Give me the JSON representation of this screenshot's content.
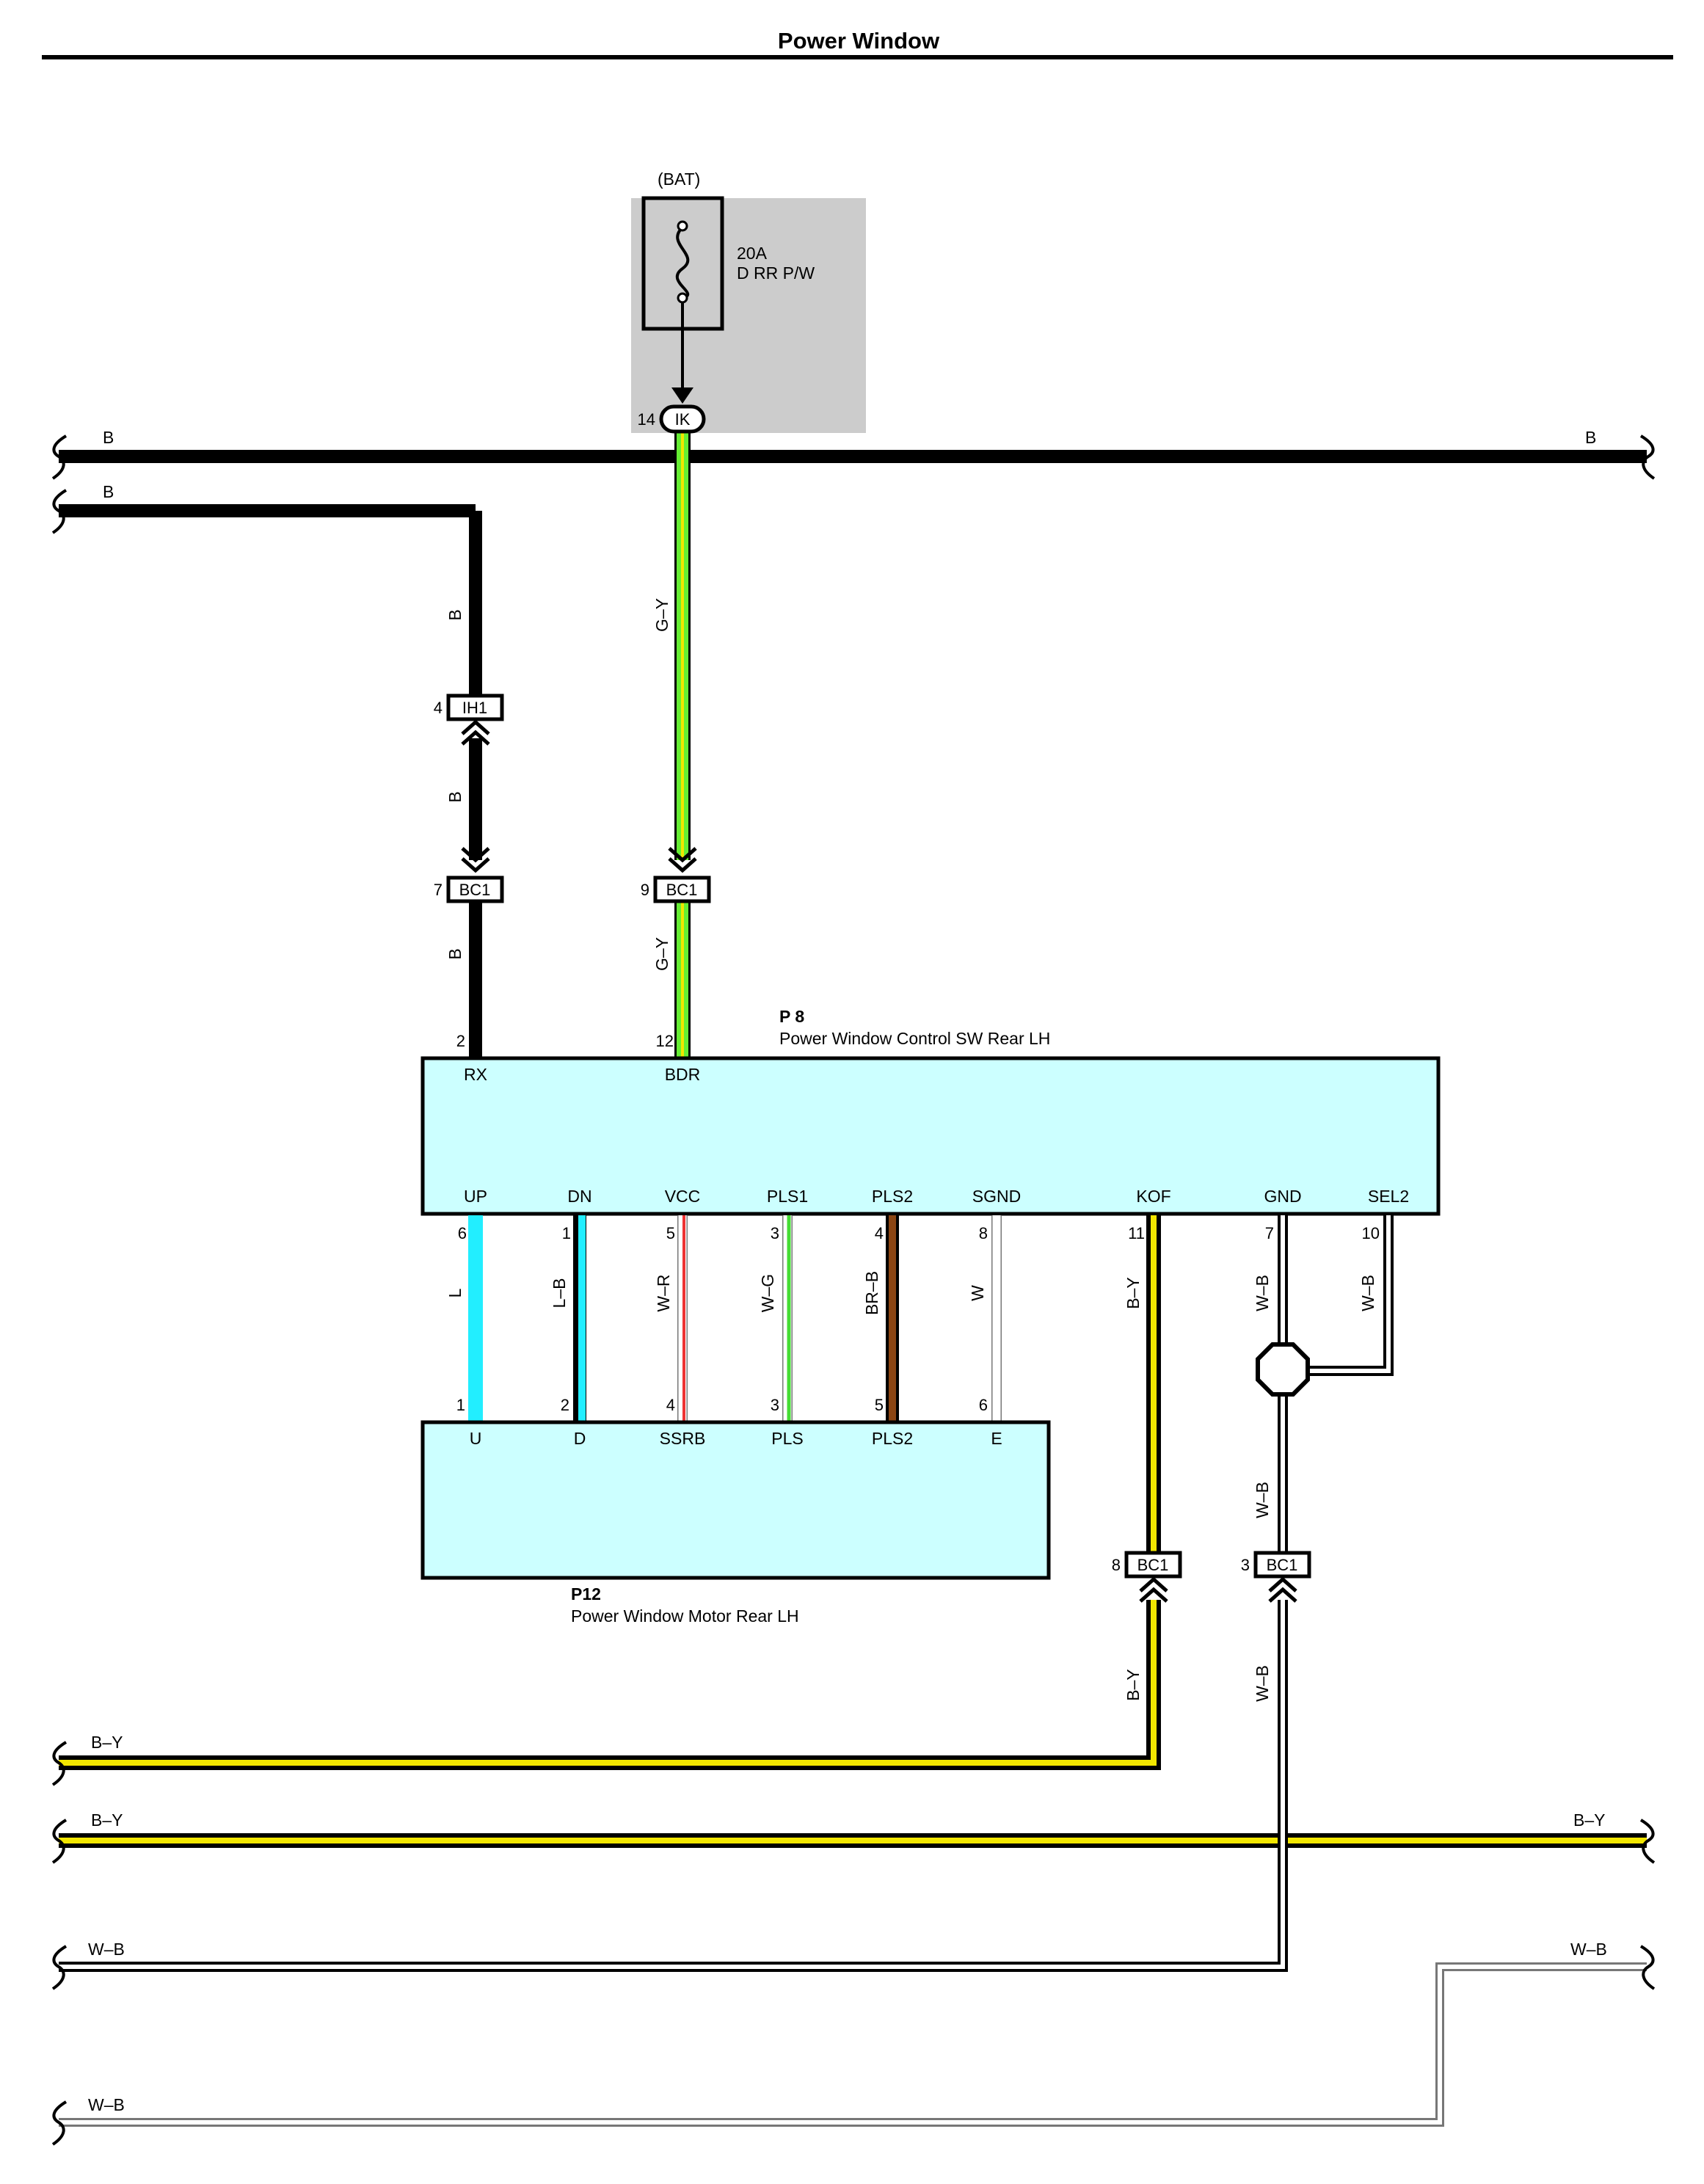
{
  "page": {
    "title": "Power Window"
  },
  "colors": {
    "B": "#000000",
    "G-Y": "#66ee33",
    "L": "#22eeff",
    "W-R": "#ee3333",
    "W-G": "#44dd33",
    "BR-B": "#8b4513",
    "B-Y": "#f2e600",
    "W-B": "#ffffff",
    "component_fill": "#ccffff",
    "fuse_box_fill": "#cccccc"
  },
  "fuse": {
    "source": "(BAT)",
    "rating": "20A",
    "name": "D RR P/W",
    "connector": {
      "pin": "14",
      "id": "IK"
    }
  },
  "bus_labels": {
    "b1_left": "B",
    "b1_right": "B",
    "b2_left": "B",
    "by1_left": "B–Y",
    "by2_left": "B–Y",
    "by2_right": "B–Y",
    "wb1_left": "W–B",
    "wb1_right": "W–B",
    "wb2_left": "W–B"
  },
  "wire_labels": {
    "b_upper": "B",
    "b_mid": "B",
    "b_lower": "B",
    "gy_upper": "G–Y",
    "gy_lower": "G–Y",
    "l": "L",
    "lb": "L–B",
    "wr": "W–R",
    "wg": "W–G",
    "brb": "BR–B",
    "w": "W",
    "by_upper": "B–Y",
    "by_lower": "B–Y",
    "wb_gnd": "W–B",
    "wb_sel2": "W–B",
    "wb_mid": "W–B",
    "wb_lower": "W–B"
  },
  "connectors": {
    "ih1": {
      "pin": "4",
      "id": "IH1"
    },
    "bc1_b": {
      "pin": "7",
      "id": "BC1"
    },
    "bc1_gy": {
      "pin": "9",
      "id": "BC1"
    },
    "bc1_by": {
      "pin": "8",
      "id": "BC1"
    },
    "bc1_wb": {
      "pin": "3",
      "id": "BC1"
    }
  },
  "components": {
    "p8": {
      "ref": "P 8",
      "name": "Power Window Control SW Rear LH",
      "top_terminals": [
        {
          "pin": "2",
          "label": "RX"
        },
        {
          "pin": "12",
          "label": "BDR"
        }
      ],
      "bottom_terminals": [
        {
          "pin": "6",
          "label": "UP"
        },
        {
          "pin": "1",
          "label": "DN"
        },
        {
          "pin": "5",
          "label": "VCC"
        },
        {
          "pin": "3",
          "label": "PLS1"
        },
        {
          "pin": "4",
          "label": "PLS2"
        },
        {
          "pin": "8",
          "label": "SGND"
        },
        {
          "pin": "11",
          "label": "KOF"
        },
        {
          "pin": "7",
          "label": "GND"
        },
        {
          "pin": "10",
          "label": "SEL2"
        }
      ]
    },
    "p12": {
      "ref": "P12",
      "name": "Power Window Motor Rear LH",
      "terminals": [
        {
          "pin": "1",
          "label": "U"
        },
        {
          "pin": "2",
          "label": "D"
        },
        {
          "pin": "4",
          "label": "SSRB"
        },
        {
          "pin": "3",
          "label": "PLS"
        },
        {
          "pin": "5",
          "label": "PLS2"
        },
        {
          "pin": "6",
          "label": "E"
        }
      ]
    }
  }
}
